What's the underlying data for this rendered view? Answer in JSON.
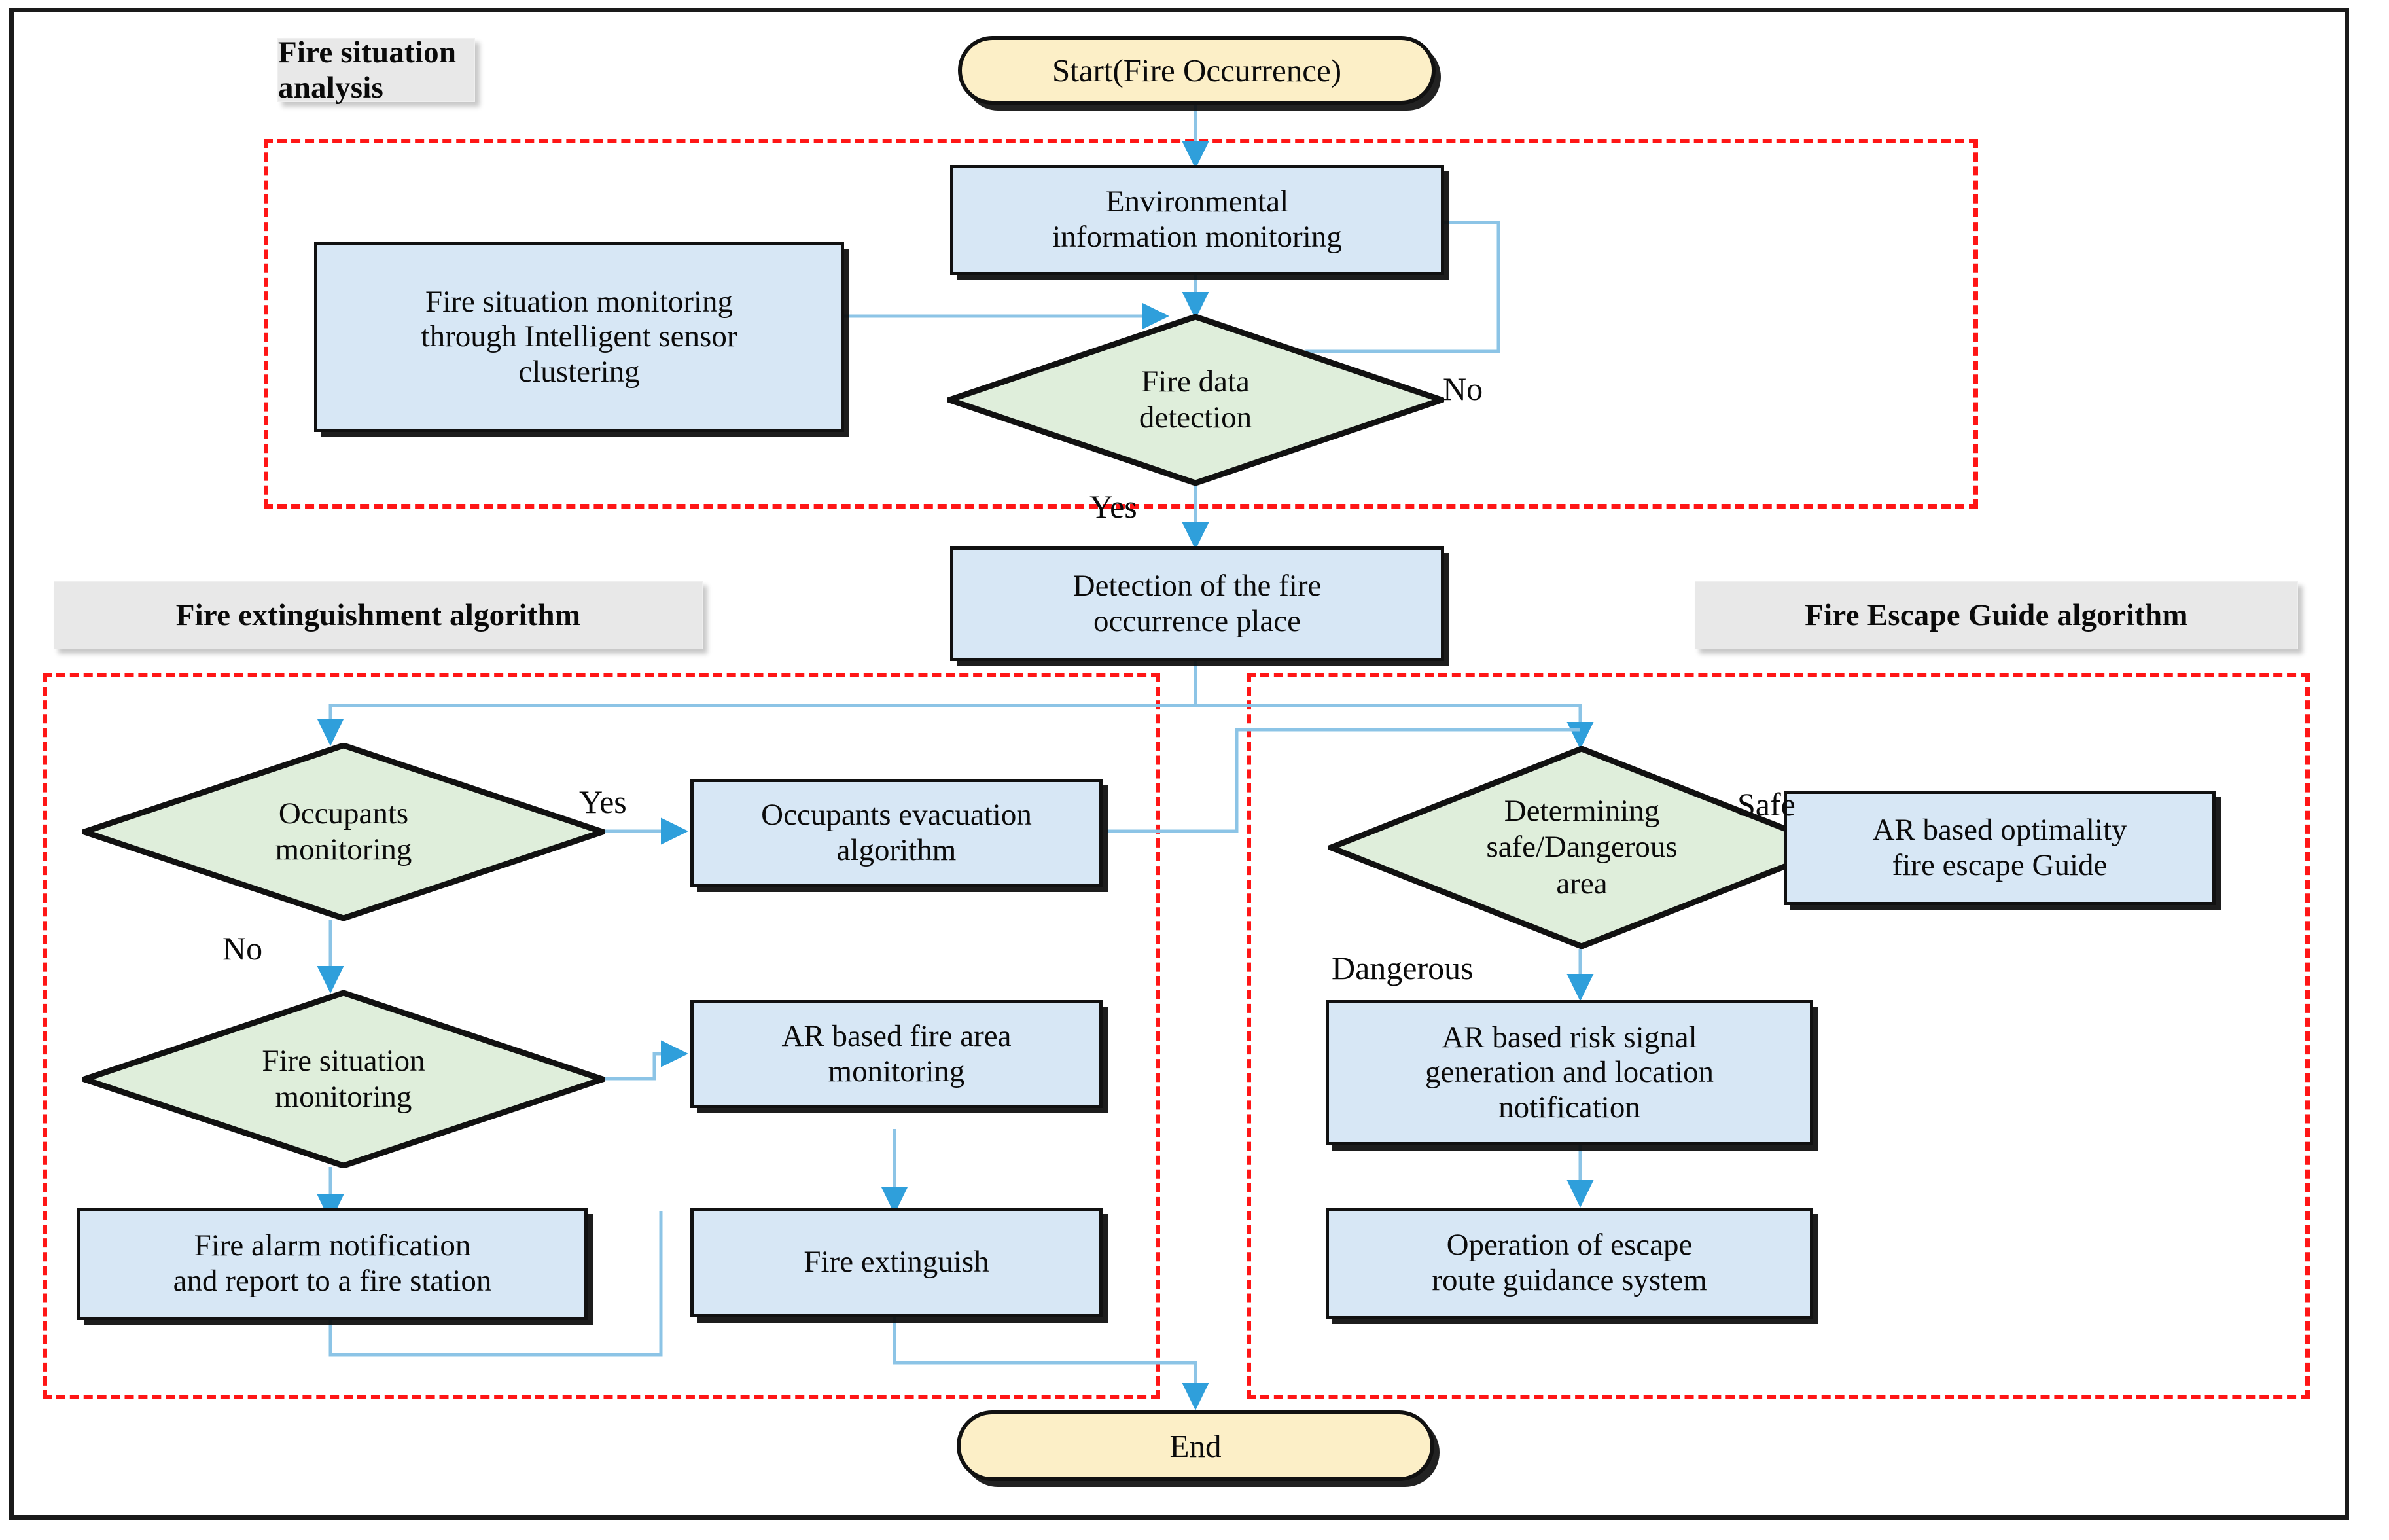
{
  "diagram": {
    "title_present": false,
    "colors": {
      "process_fill": "#d7e7f5",
      "decision_fill": "#dfeedb",
      "terminator_fill": "#fcefc7",
      "group_border": "#ff1616",
      "connector": "#6cb6e3",
      "section_label_bg": "#e8e8e8",
      "frame": "#1a1a1a"
    }
  },
  "sections": [
    {
      "id": "fire-situation-analysis",
      "label": "Fire situation analysis"
    },
    {
      "id": "fire-extinguishment",
      "label": "Fire extinguishment algorithm"
    },
    {
      "id": "fire-escape-guide",
      "label": "Fire Escape Guide algorithm"
    }
  ],
  "nodes": {
    "start": {
      "label": "Start(Fire Occurrence)",
      "shape": "terminator"
    },
    "env_monitoring": {
      "label": "Environmental information monitoring",
      "shape": "process"
    },
    "sensor_cluster": {
      "label": "Fire situation  monitoring through Intelligent sensor clustering",
      "shape": "process"
    },
    "fire_data_detect": {
      "label": "Fire data detection",
      "shape": "decision"
    },
    "detect_place": {
      "label": "Detection of the fire occurrence place",
      "shape": "process"
    },
    "occupants_mon": {
      "label": "Occupants monitoring",
      "shape": "decision"
    },
    "occupants_evac": {
      "label": "Occupants evacuation algorithm",
      "shape": "process"
    },
    "fire_situation_mon": {
      "label": "Fire situation monitoring",
      "shape": "decision"
    },
    "ar_fire_area": {
      "label": "AR based fire area monitoring",
      "shape": "process"
    },
    "fire_alarm": {
      "label": "Fire alarm notification and report to a fire station",
      "shape": "process"
    },
    "fire_extinguish": {
      "label": "Fire extinguish",
      "shape": "process"
    },
    "determine_area": {
      "label": "Determining safe/Dangerous area",
      "shape": "decision"
    },
    "ar_optimality": {
      "label": "AR based optimality fire escape Guide",
      "shape": "process"
    },
    "ar_risk_signal": {
      "label": "AR based risk signal generation and location notification",
      "shape": "process"
    },
    "escape_route_op": {
      "label": "Operation of escape route guidance system",
      "shape": "process"
    },
    "end": {
      "label": "End",
      "shape": "terminator"
    }
  },
  "node_lines": {
    "start": [
      "Start(Fire Occurrence)"
    ],
    "env_monitoring": [
      "Environmental",
      "information monitoring"
    ],
    "sensor_cluster": [
      "Fire situation  monitoring",
      "through Intelligent sensor",
      "clustering"
    ],
    "fire_data_detect": [
      "Fire data",
      "detection"
    ],
    "detect_place": [
      "Detection of the fire",
      "occurrence place"
    ],
    "occupants_mon": [
      "Occupants",
      "monitoring"
    ],
    "occupants_evac": [
      "Occupants evacuation",
      "algorithm"
    ],
    "fire_situation_mon": [
      "Fire situation",
      "monitoring"
    ],
    "ar_fire_area": [
      "AR based fire area",
      "monitoring"
    ],
    "fire_alarm": [
      "Fire alarm notification",
      "and report to a fire station"
    ],
    "fire_extinguish": [
      "Fire extinguish"
    ],
    "determine_area": [
      "Determining",
      "safe/Dangerous",
      "area"
    ],
    "ar_optimality": [
      "AR based optimality",
      "fire escape Guide"
    ],
    "ar_risk_signal": [
      "AR based risk signal",
      "generation and location",
      "notification"
    ],
    "escape_route_op": [
      "Operation of escape",
      "route guidance system"
    ],
    "end": [
      "End"
    ]
  },
  "edge_labels": [
    {
      "id": "no-fire-data",
      "text": "No"
    },
    {
      "id": "yes-fire-data",
      "text": "Yes"
    },
    {
      "id": "yes-occupants",
      "text": "Yes"
    },
    {
      "id": "no-occupants",
      "text": "No"
    },
    {
      "id": "safe-area",
      "text": "Safe"
    },
    {
      "id": "dangerous-area",
      "text": "Dangerous"
    }
  ]
}
